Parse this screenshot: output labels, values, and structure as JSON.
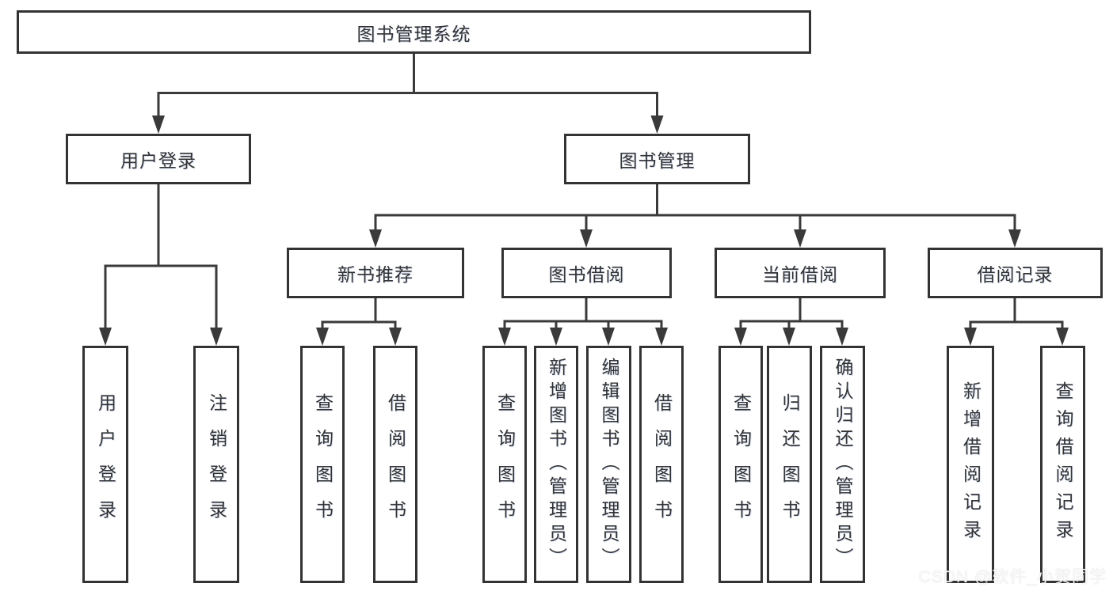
{
  "diagram": {
    "root": {
      "label": "图书管理系统"
    },
    "level2": [
      {
        "label": "用户登录"
      },
      {
        "label": "图书管理"
      }
    ],
    "level3": [
      {
        "label": "新书推荐",
        "parent": "图书管理"
      },
      {
        "label": "图书借阅",
        "parent": "图书管理"
      },
      {
        "label": "当前借阅",
        "parent": "图书管理"
      },
      {
        "label": "借阅记录",
        "parent": "图书管理"
      }
    ],
    "leaves": [
      {
        "label": "用户登录",
        "parent": "用户登录"
      },
      {
        "label": "注销登录",
        "parent": "用户登录"
      },
      {
        "label": "查询图书",
        "parent": "新书推荐"
      },
      {
        "label": "借阅图书",
        "parent": "新书推荐"
      },
      {
        "label": "查询图书",
        "parent": "图书借阅"
      },
      {
        "label": "新增图书（管理员）",
        "parent": "图书借阅"
      },
      {
        "label": "编辑图书（管理员）",
        "parent": "图书借阅"
      },
      {
        "label": "借阅图书",
        "parent": "图书借阅"
      },
      {
        "label": "查询图书",
        "parent": "当前借阅"
      },
      {
        "label": "归还图书",
        "parent": "当前借阅"
      },
      {
        "label": "确认归还（管理员）",
        "parent": "当前借阅"
      },
      {
        "label": "新增借阅记录",
        "parent": "借阅记录"
      },
      {
        "label": "查询借阅记录",
        "parent": "借阅记录"
      }
    ],
    "watermark": "CSDN @软件_小贺同学",
    "colors": {
      "line": "#3a3a3a",
      "border": "#333333",
      "text": "#333333",
      "background": "#ffffff"
    }
  }
}
